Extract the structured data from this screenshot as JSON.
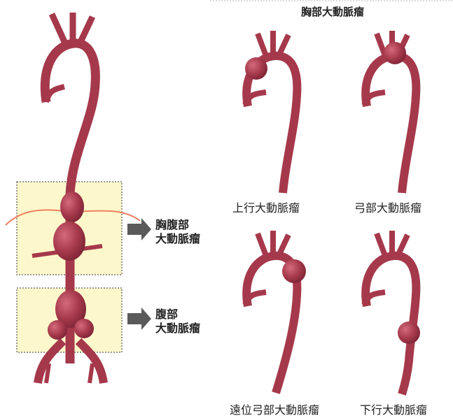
{
  "title": "胸部大動脈瘤",
  "labels": {
    "thoracoabdominal_line1": "胸腹部",
    "thoracoabdominal_line2": "大動脈瘤",
    "abdominal_line1": "腹部",
    "abdominal_line2": "大動脈瘤",
    "ascending": "上行大動脈瘤",
    "arch": "弓部大動脈瘤",
    "distal_arch": "遠位弓部大動脈瘤",
    "descending": "下行大動脈瘤"
  },
  "colors": {
    "vessel": "#a5394b",
    "vessel_dark": "#7e2536",
    "highlight_box": "#fdf8cc",
    "diaphragm_line": "#ef8060",
    "arrow": "#5a5a5a"
  }
}
